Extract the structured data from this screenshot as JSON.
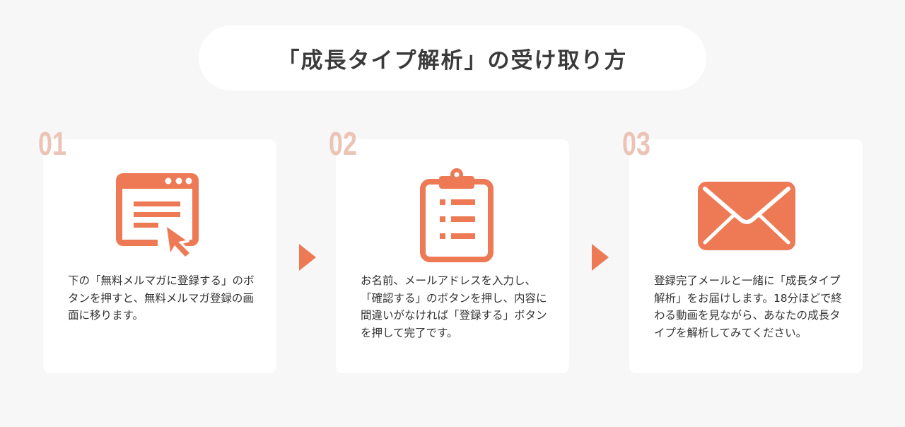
{
  "title": "「成長タイプ解析」の受け取り方",
  "colors": {
    "accent": "#ee7a55",
    "step_number": "#ecc4b6",
    "background": "#f7f7f7",
    "card": "#ffffff"
  },
  "steps": [
    {
      "number": "01",
      "icon": "browser-click-icon",
      "description": "下の「無料メルマガに登録する」のボタンを押すと、無料メルマガ登録の画面に移ります。"
    },
    {
      "number": "02",
      "icon": "clipboard-list-icon",
      "description": "お名前、メールアドレスを入力し、「確認する」のボタンを押し、内容に間違いがなければ「登録する」ボタンを押して完了です。"
    },
    {
      "number": "03",
      "icon": "envelope-icon",
      "description": "登録完了メールと一緒に「成長タイプ解析」をお届けします。18分ほどで終わる動画を見ながら、あなたの成長タイプを解析してみてください。"
    }
  ],
  "arrows": [
    "arrow-right-icon",
    "arrow-right-icon"
  ]
}
